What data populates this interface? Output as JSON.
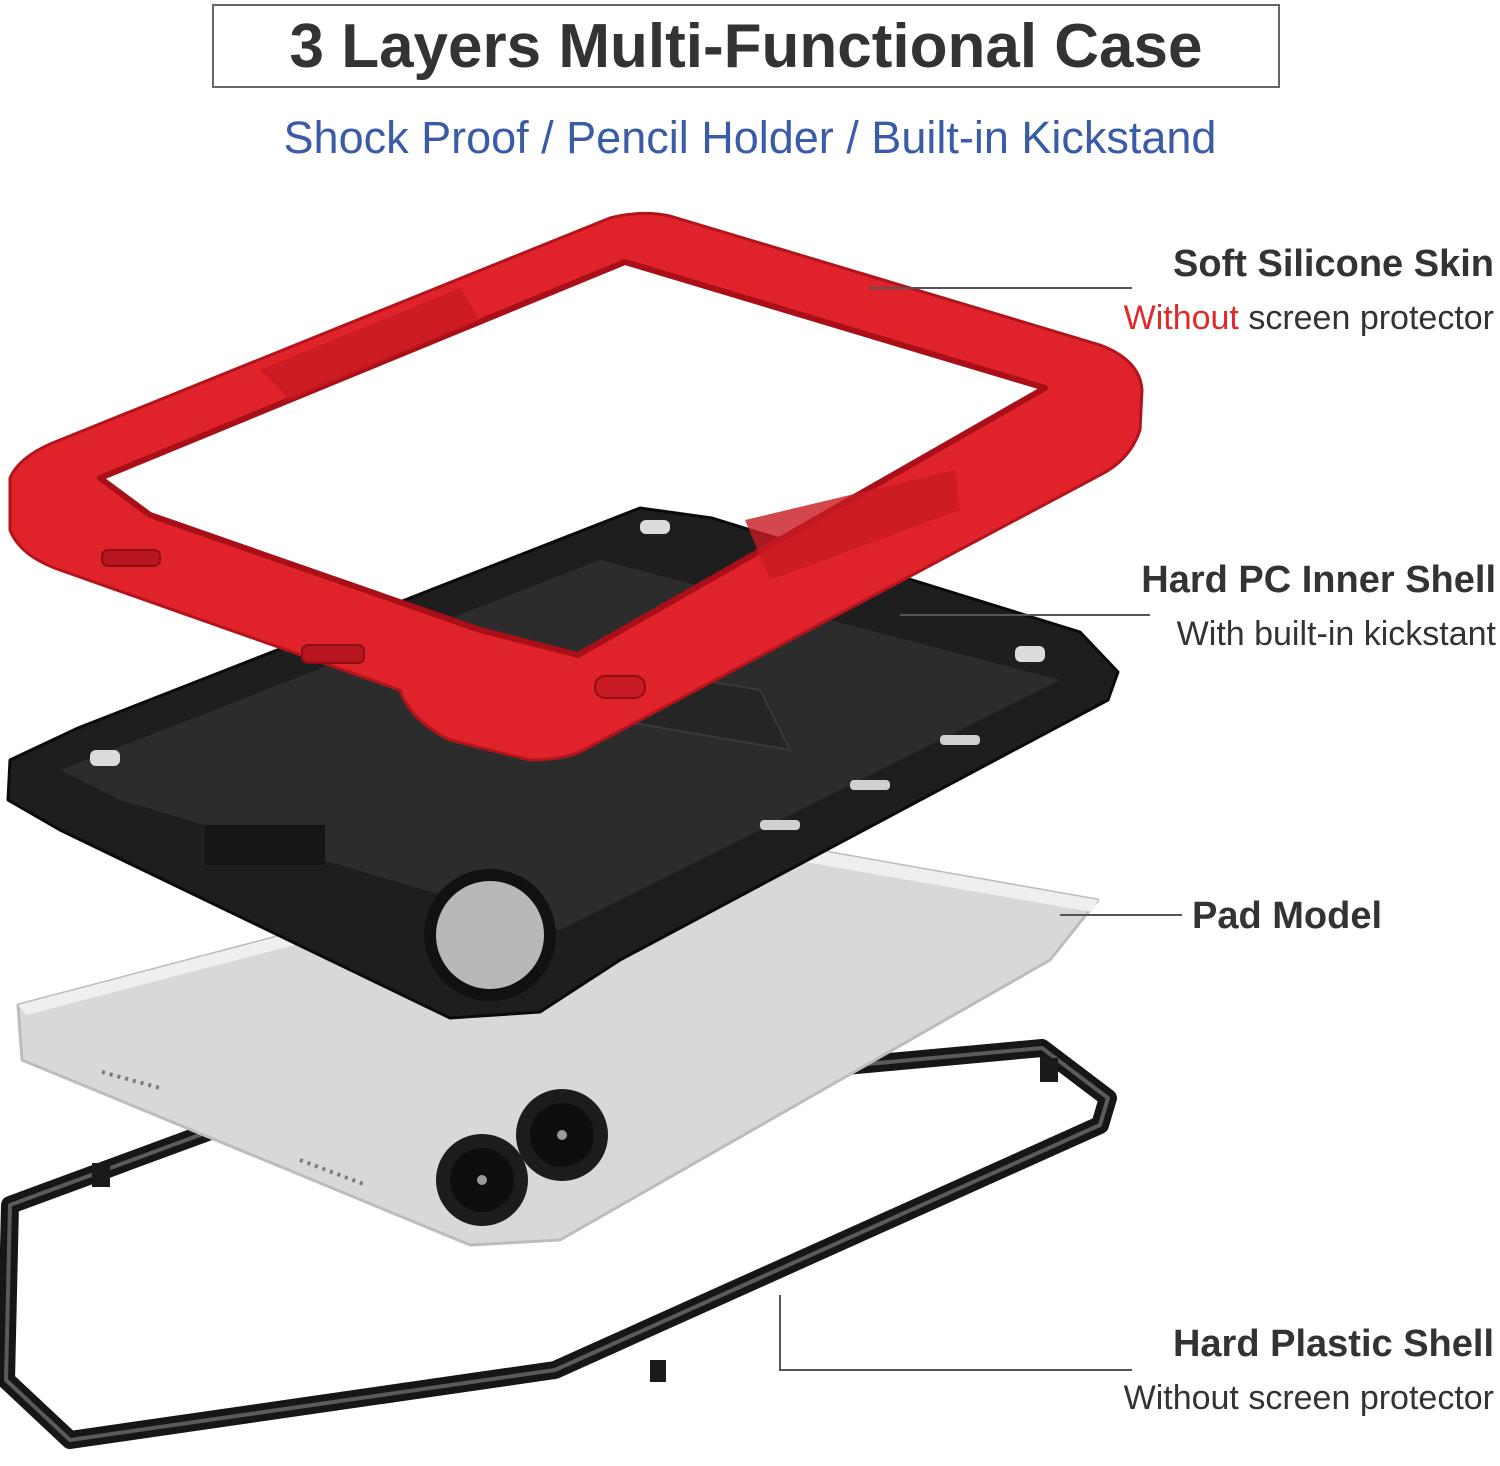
{
  "title": "3 Layers Multi-Functional Case",
  "subtitle": "Shock Proof / Pencil Holder / Built-in Kickstand",
  "colors": {
    "title_text": "#333333",
    "subtitle_text": "#3a5ba8",
    "accent_red": "#e02a2a",
    "accent_blue": "#3a5ba8",
    "silicone_red": "#e0232b",
    "shell_black": "#1e1e1e",
    "tablet_silver": "#dcdcdc"
  },
  "layers": {
    "silicone": {
      "heading": "Soft Silicone Skin",
      "note_highlight": "Without",
      "note_rest": " screen protector"
    },
    "inner_shell": {
      "heading": "Hard PC Inner Shell",
      "note": "With built-in kickstant"
    },
    "pad": {
      "heading": "Pad Model"
    },
    "plastic_shell": {
      "heading": "Hard Plastic Shell",
      "note": "Without screen protector"
    }
  }
}
